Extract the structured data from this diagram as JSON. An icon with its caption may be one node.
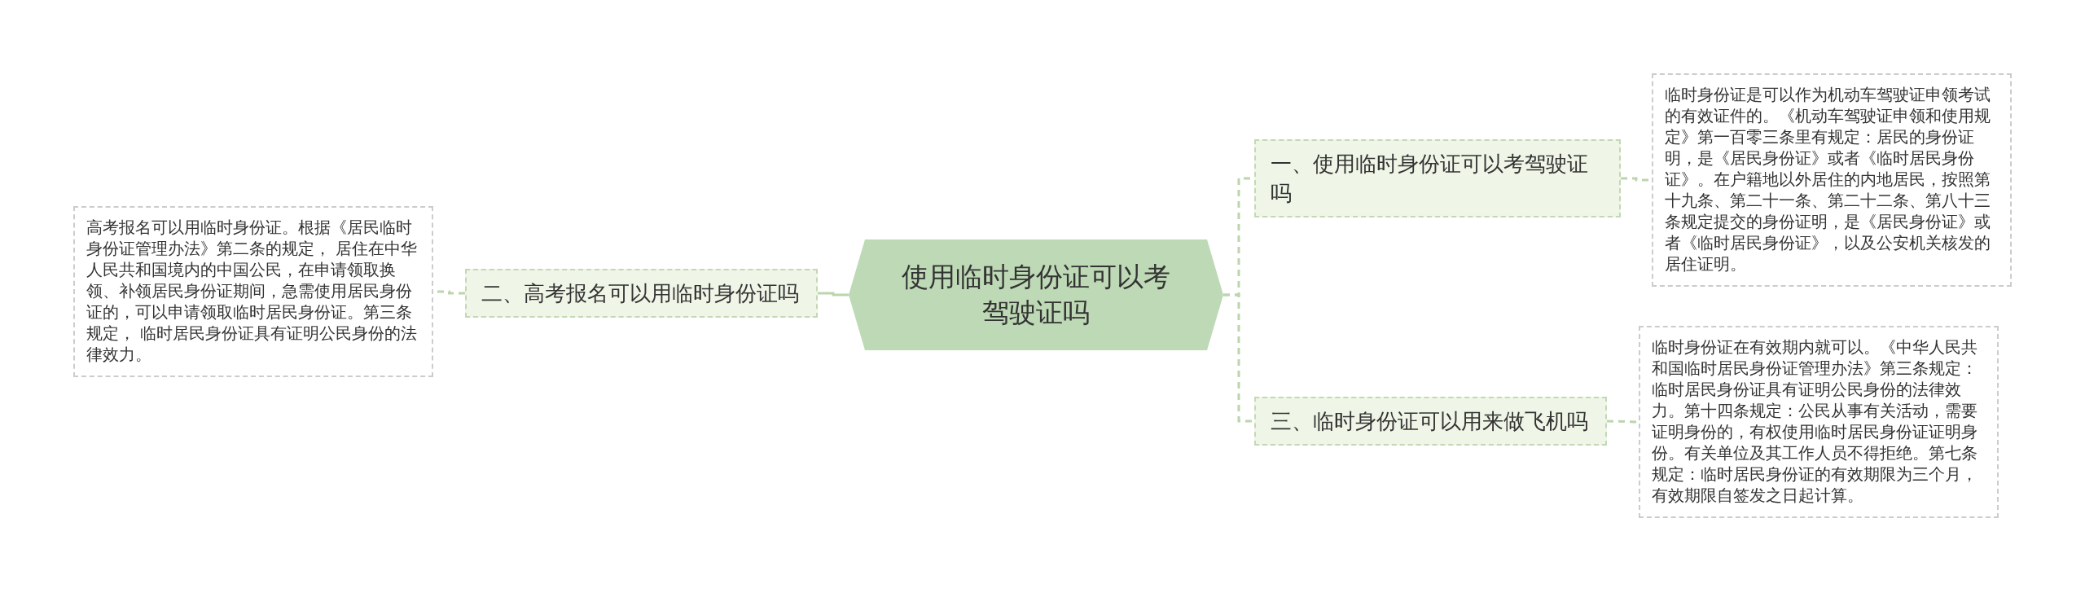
{
  "diagram": {
    "nodes": [
      {
        "text": [
          "使用临时身份证可以考驾驶证吗"
        ]
      },
      {
        "text": [
          "一、使用临时身份证可以考驾驶证吗"
        ]
      },
      {
        "text": [
          "临时身份证是可以作为机动车驾驶证申领考试的有效证件的。《机动车驾驶证申领和使用规定》第一百零三条里有规定：居民的身份证明，是《居民身份证》或者《临时居民身份证》。在户籍地以外居住的内地居民，按照第十九条、第二十一条、第二十二条、第八十三条规定提交的身份证明，是《居民身份证》或者《临时居民身份证》，以及公安机关核发的居住证明。"
        ]
      },
      {
        "text": [
          "二、高考报名可以用临时身份证吗"
        ]
      },
      {
        "text": [
          "高考报名可以用临时身份证。根据《居民临时身份证管理办法》第二条的规定， 居住在中华人民共和国境内的中国公民，在申请领取换领、补领居民身份证期间，急需使用居民身份证的，可以申请领取临时居民身份证。第三条规定， 临时居民身份证具有证明公民身份的法律效力。"
        ]
      },
      {
        "text": [
          "三、临时身份证可以用来做飞机吗"
        ]
      },
      {
        "text": [
          "临时身份证在有效期内就可以。《中华人民共和国临时居民身份证管理办法》第三条规定：临时居民身份证具有证明公民身份的法律效力。第十四条规定：公民从事有关活动，需要证明身份的，有权使用临时居民身份证证明身份。有关单位及其工作人员不得拒绝。第七条规定：临时居民身份证的有效期限为三个月，有效期限自签发之日起计算。"
        ]
      }
    ],
    "edges": [
      {
        "from": 0,
        "to": 1,
        "arrow": "none",
        "style": "dashed"
      },
      {
        "from": 1,
        "to": 2,
        "arrow": "none",
        "style": "dashed"
      },
      {
        "from": 0,
        "to": 3,
        "arrow": "none"
      },
      {
        "from": 3,
        "to": 4,
        "arrow": "none",
        "style": "dashed"
      },
      {
        "from": 0,
        "to": 5,
        "arrow": "none",
        "style": "dashed"
      },
      {
        "from": 5,
        "to": 6,
        "arrow": "none",
        "style": "dashed"
      }
    ]
  }
}
